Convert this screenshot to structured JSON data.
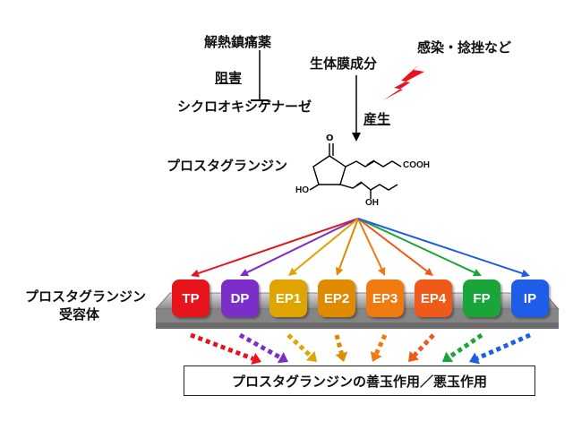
{
  "labels": {
    "nsaid": "解熱鎮痛薬",
    "inhibit": "阻害",
    "cox": "シクロオキシゲナーゼ",
    "membrane": "生体膜成分",
    "stimulus": "感染・捻挫など",
    "produce": "産生",
    "pg": "プロスタグランジン",
    "receptor_line1": "プロスタグランジン",
    "receptor_line2": "受容体",
    "result": "プロスタグランジンの善玉作用／悪玉作用"
  },
  "molecule": {
    "ketone": "O",
    "acid": "COOH",
    "hydroxyl_left": "HO",
    "hydroxyl_bottom": "OH"
  },
  "receptors": [
    {
      "label": "TP",
      "color": "#e8141b"
    },
    {
      "label": "DP",
      "color": "#7b2fc8"
    },
    {
      "label": "EP1",
      "color": "#e0a400"
    },
    {
      "label": "EP2",
      "color": "#e08a00"
    },
    {
      "label": "EP3",
      "color": "#f07a10"
    },
    {
      "label": "EP4",
      "color": "#f05a18"
    },
    {
      "label": "FP",
      "color": "#1aa53a"
    },
    {
      "label": "IP",
      "color": "#1e5de8"
    }
  ],
  "colors": {
    "lightning": "#e8141b",
    "membrane_top": "#a6a6a6",
    "membrane_bottom": "#7a7a7a"
  }
}
